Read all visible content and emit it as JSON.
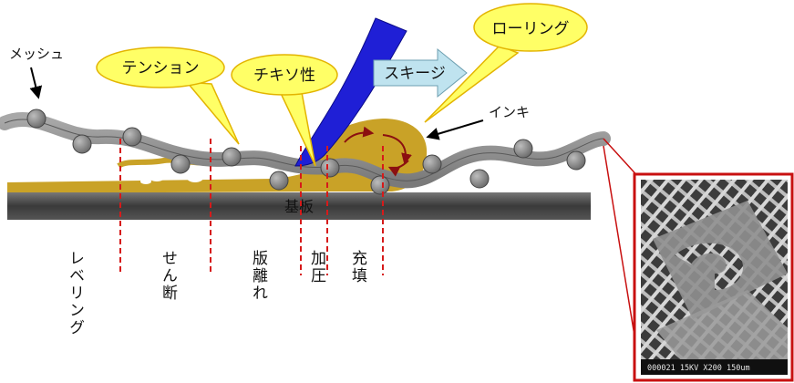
{
  "labels": {
    "mesh": "メッシュ",
    "tension": "テンション",
    "thixotropy": "チキソ性",
    "squeegee": "スキージ",
    "rolling": "ローリング",
    "ink": "インキ",
    "substrate": "基板"
  },
  "stages": [
    {
      "label": "レベリング"
    },
    {
      "label": "せん断"
    },
    {
      "label": "版離れ"
    },
    {
      "label": "加圧"
    },
    {
      "label": "充填"
    }
  ],
  "micrograph": {
    "caption": "000021 15KV  X200  150um"
  },
  "colors": {
    "ink": "#C9A227",
    "mesh_wire": "#8c8c8c",
    "squeegee": "#1f1fd6",
    "callout_fill": "#ffff66",
    "callout_stroke": "#e3b400",
    "arrow_fill": "#bfe3ef",
    "stage_line": "#d61a1a",
    "inset_frame": "#c81010",
    "substrate": "#4a4a4a"
  }
}
